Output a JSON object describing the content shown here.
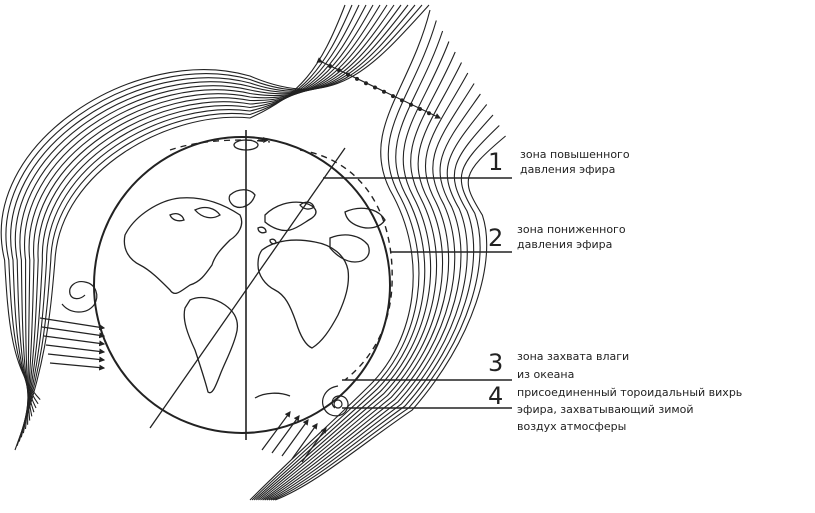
{
  "colors": {
    "ink": "#222222",
    "background": "#ffffff"
  },
  "callouts": [
    {
      "number": "1",
      "lines": [
        "зона повышенного",
        "давления эфира"
      ]
    },
    {
      "number": "2",
      "lines": [
        "зона пониженного",
        "давления эфира"
      ]
    },
    {
      "number": "3",
      "lines": [
        "зона захвата влаги",
        "из океана"
      ]
    },
    {
      "number": "4",
      "lines": [
        "присоединенный тороидальный вихрь",
        "эфира, захватывающий зимой",
        "воздух атмосферы"
      ]
    }
  ]
}
